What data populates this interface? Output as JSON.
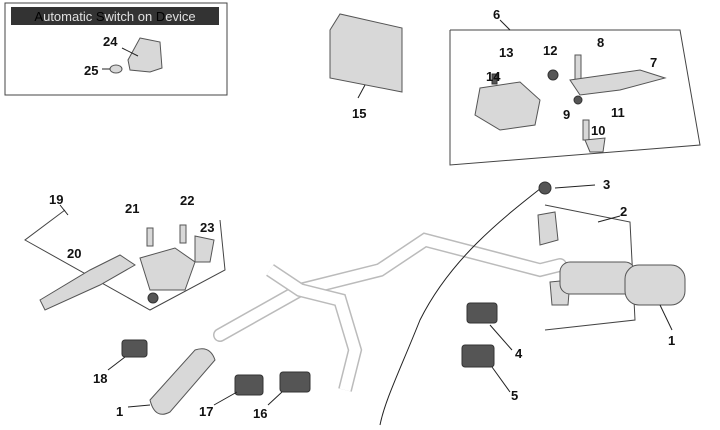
{
  "legend_box": {
    "title": "Automatic Switch on Device",
    "title_parts": [
      {
        "cap": "A",
        "rest": "utomatic "
      },
      {
        "cap": "S",
        "rest": "witch on "
      },
      {
        "cap": "D",
        "rest": "evice"
      }
    ],
    "banner_color": "#333333"
  },
  "labels": [
    "24",
    "25",
    "15",
    "6",
    "13",
    "12",
    "8",
    "7",
    "14",
    "9",
    "11",
    "10",
    "3",
    "2",
    "19",
    "21",
    "22",
    "23",
    "20",
    "1",
    "4",
    "5",
    "18",
    "1",
    "17",
    "16"
  ]
}
